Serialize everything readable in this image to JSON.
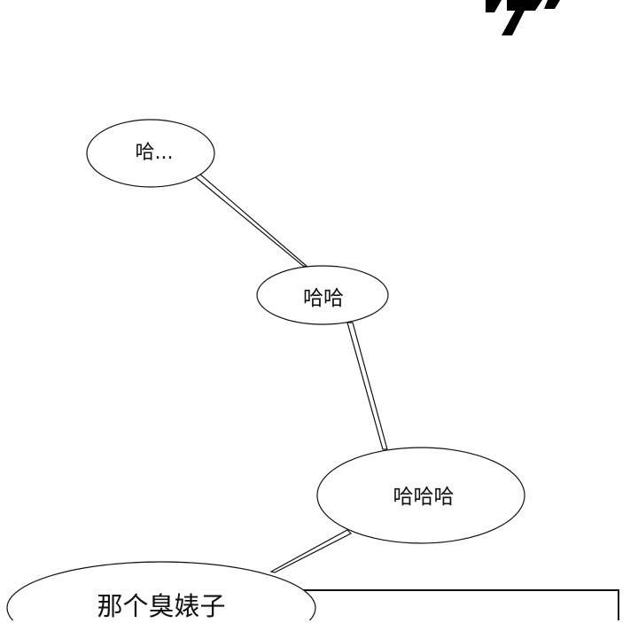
{
  "panel": {
    "background": "#ffffff",
    "ink_color": "#111111"
  },
  "speech_bubbles": [
    {
      "text": "哈..."
    },
    {
      "text": "哈哈"
    },
    {
      "text": "哈哈哈"
    },
    {
      "text": "那个臭婊子"
    }
  ],
  "sound_effect_fragment": {
    "kind": "brush-stroke-lettering"
  },
  "next_panel": {
    "kind": "panel-border"
  }
}
